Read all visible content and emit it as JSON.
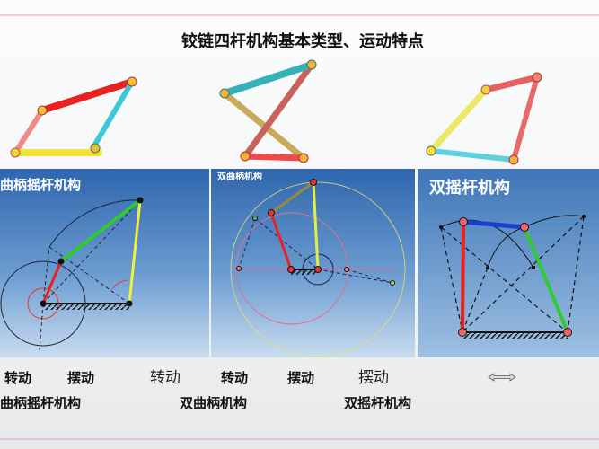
{
  "slide": {
    "title": "铰链四杆机构基本类型、运动特点"
  },
  "panels": [
    {
      "title": "曲柄摇杆机构",
      "background": "#3f78b8"
    },
    {
      "title": "双曲柄机构",
      "background": "#3f78b8"
    },
    {
      "title": "双摇杆机构",
      "background": "#4f86c0"
    }
  ],
  "motion_labels": {
    "row1": [
      "转动",
      "摆动",
      "转动",
      "转动",
      "摆动",
      "摆动"
    ],
    "arrow_icon": "double-arrow-icon"
  },
  "mechanism_labels": [
    "曲柄摇杆机构",
    "双曲柄机构",
    "双摇杆机构"
  ],
  "colors": {
    "red_link": "#e8231e",
    "green_link": "#2ecc2e",
    "yellow_link": "#f2f23a",
    "cyan_link": "#3cc8d8",
    "blue_link": "#1a3fd0"
  }
}
